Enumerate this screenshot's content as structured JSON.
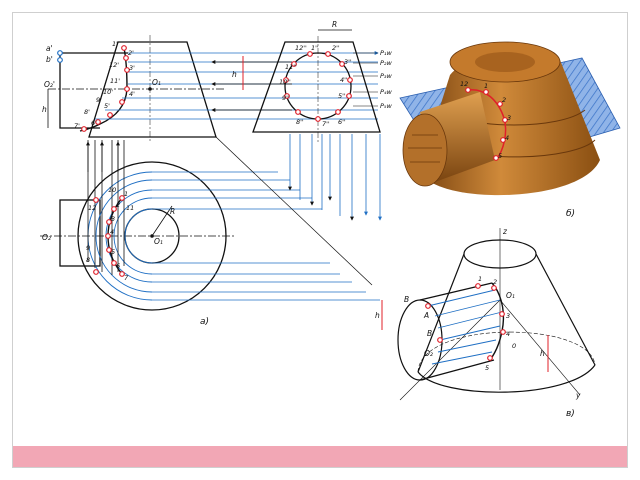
{
  "colors": {
    "band": "#f2a7b5",
    "line": "#111111",
    "projection": "#1f6fc4",
    "point": "#e0202a",
    "frame": "#cfcfcf",
    "cone_solid": "#c8812e",
    "cone_dark": "#8a4f12",
    "plane": "#5b8fd6"
  },
  "labels": {
    "sub_a": "а)",
    "sub_b": "б)",
    "sub_v": "в)",
    "R": "R",
    "h": "h",
    "front": {
      "a1": "a'",
      "b1": "b'",
      "O2": "O₂'",
      "O1": "O₁",
      "p1": "1'",
      "p2": "2'",
      "p3": "3'",
      "p4": "4'",
      "p5": "5'",
      "p6": "6'",
      "p7": "7'",
      "p8": "8'",
      "p9": "9'",
      "p10": "10'",
      "p11": "11'",
      "p12": "12'"
    },
    "side": {
      "p1": "1''",
      "p2": "2''",
      "p3": "3''",
      "p4": "4''",
      "p5": "5''",
      "p6": "6''",
      "p7": "7''",
      "p8": "8''",
      "p9": "9''",
      "p10": "10''",
      "p11": "11''",
      "p12": "12''",
      "P1": "P₁w",
      "P2": "P₂w",
      "P3": "P₃w",
      "P4": "P₄w",
      "P5": "P₅w"
    },
    "plan": {
      "O2": "O₂",
      "O1": "O₁",
      "R": "R",
      "p1": "1",
      "p2": "2",
      "p3": "3",
      "p4": "4",
      "p5": "5",
      "p6": "6",
      "p7": "7",
      "p8": "8",
      "p9": "9",
      "p10": "10",
      "p11": "11",
      "p12": "12"
    },
    "photo": {
      "p12": "12",
      "p1": "1",
      "p2": "2",
      "p3": "3",
      "p4": "4",
      "p5": "5"
    },
    "iso": {
      "z": "z",
      "y": "y",
      "B": "B",
      "A": "A",
      "O1": "O₁",
      "O2": "O₂",
      "p1": "1",
      "p2": "2",
      "p3": "3",
      "p4": "4",
      "p5": "5",
      "p6": "0",
      "h": "h",
      "B2": "B"
    }
  }
}
